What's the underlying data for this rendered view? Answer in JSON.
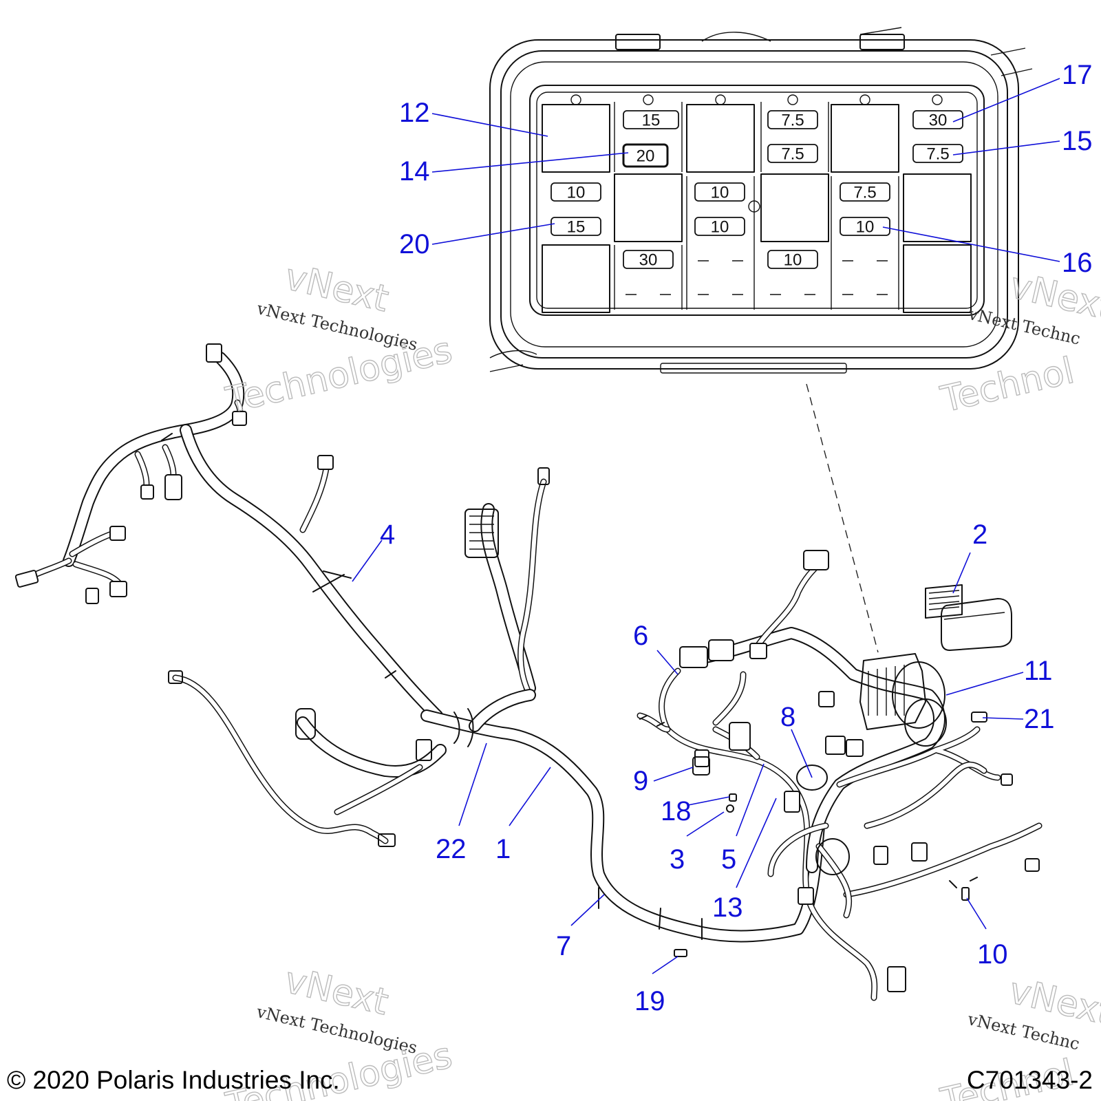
{
  "fuse_box": {
    "fuses": [
      {
        "rating": "15"
      },
      {
        "rating": "20"
      },
      {
        "rating": "10"
      },
      {
        "rating": "15"
      },
      {
        "rating": "30"
      },
      {
        "rating": "10"
      },
      {
        "rating": "10"
      },
      {
        "rating": "7.5"
      },
      {
        "rating": "7.5"
      },
      {
        "rating": "10"
      },
      {
        "rating": "7.5"
      },
      {
        "rating": "10"
      },
      {
        "rating": "30"
      },
      {
        "rating": "7.5"
      }
    ]
  },
  "callouts": [
    {
      "label": "12"
    },
    {
      "label": "14"
    },
    {
      "label": "20"
    },
    {
      "label": "17"
    },
    {
      "label": "15"
    },
    {
      "label": "16"
    },
    {
      "label": "4"
    },
    {
      "label": "2"
    },
    {
      "label": "6"
    },
    {
      "label": "11"
    },
    {
      "label": "21"
    },
    {
      "label": "8"
    },
    {
      "label": "9"
    },
    {
      "label": "18"
    },
    {
      "label": "3"
    },
    {
      "label": "5"
    },
    {
      "label": "13"
    },
    {
      "label": "22"
    },
    {
      "label": "1"
    },
    {
      "label": "7"
    },
    {
      "label": "10"
    },
    {
      "label": "19"
    }
  ],
  "watermark": {
    "brand": "vNext",
    "company": "vNext Technologies",
    "word": "Technologies",
    "partial_company": "vNext Technc",
    "partial_brand": "vNext",
    "partial_word": "Technol"
  },
  "footer": {
    "copyright": "© 2020 Polaris Industries Inc.",
    "code": "C701343-2"
  }
}
